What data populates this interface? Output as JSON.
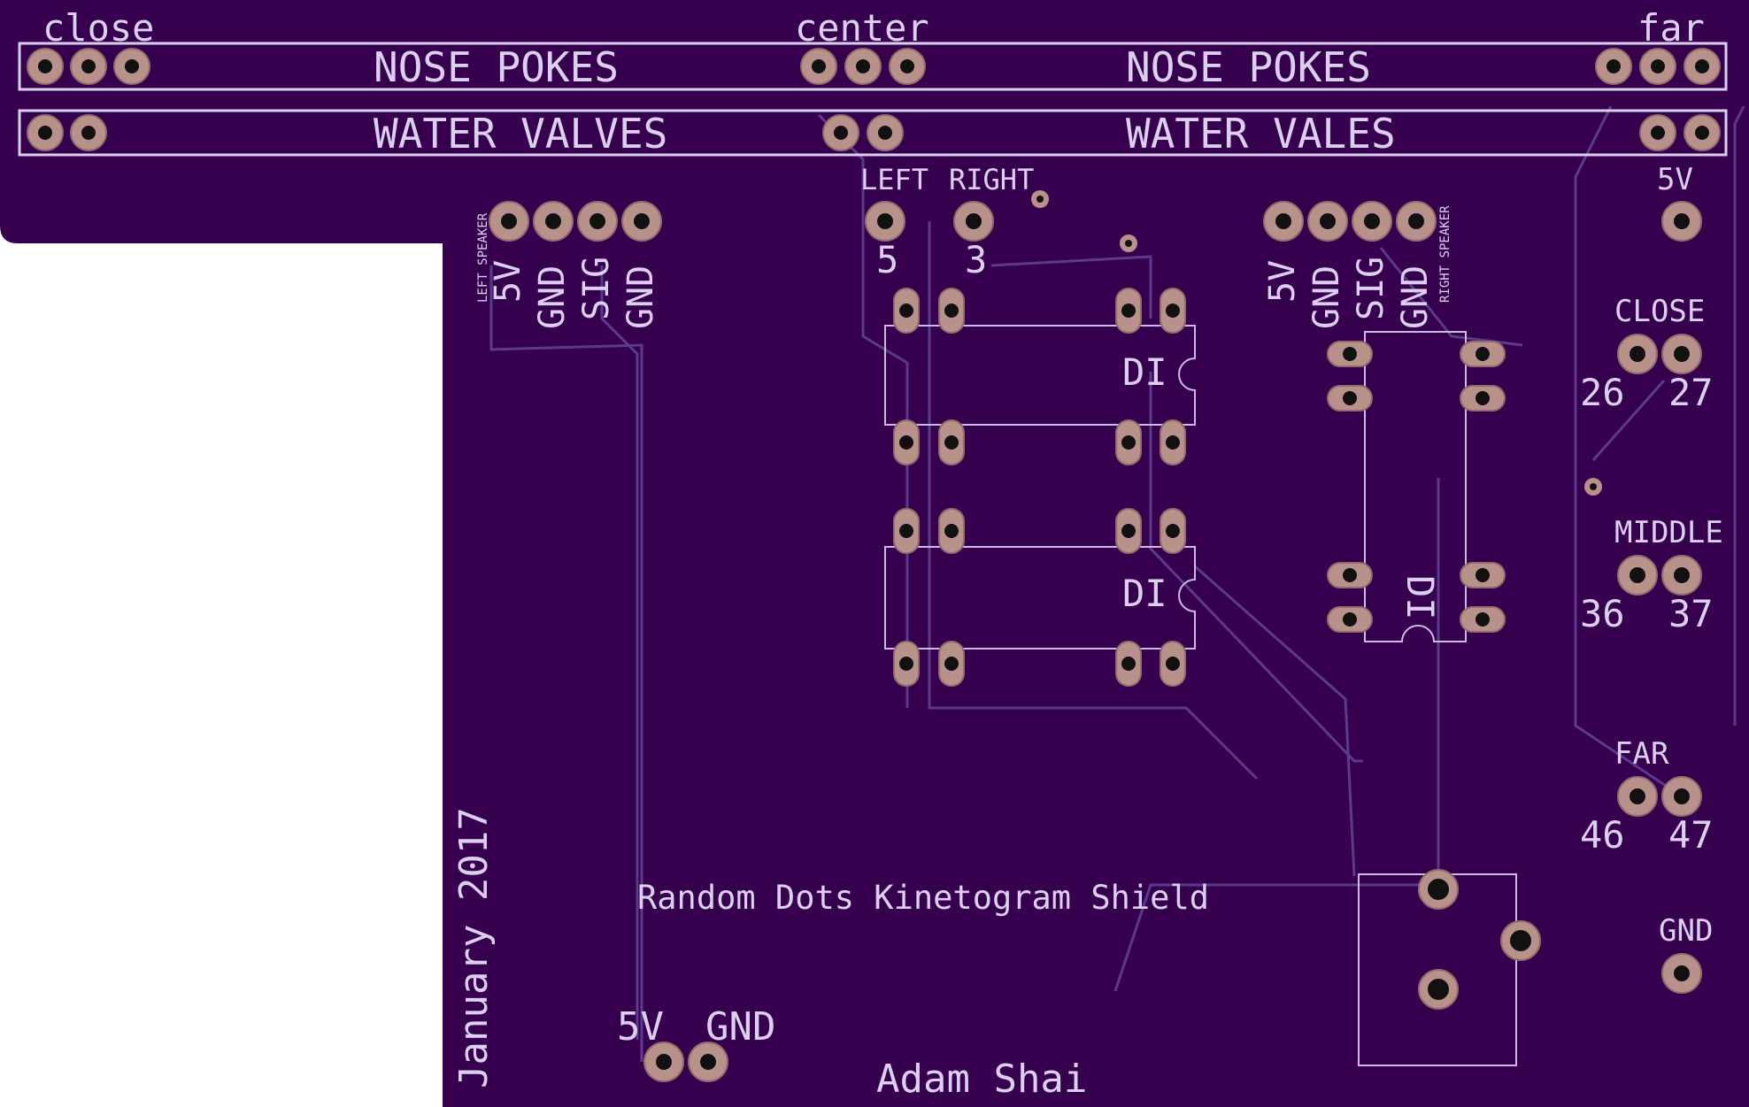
{
  "colors": {
    "board": "#36004f",
    "silkscreen": "#d8d0ec",
    "pad": "#b8928a",
    "drill": "#111111",
    "background": "#ffffff"
  },
  "labels": {
    "close_top": "close",
    "center_top": "center",
    "far_top": "far",
    "nose_pokes_left": "NOSE POKES",
    "nose_pokes_right": "NOSE POKES",
    "water_valves_left": "WATER VALVES",
    "water_valves_right": "WATER VALES",
    "left_speaker": "LEFT SPEAKER",
    "right_speaker": "RIGHT SPEAKER",
    "speaker_left_pins": [
      "5V",
      "GND",
      "SIG",
      "GND"
    ],
    "speaker_right_pins": [
      "5V",
      "GND",
      "SIG",
      "GND"
    ],
    "left": "LEFT",
    "right": "RIGHT",
    "left_pin": "5",
    "right_pin": "3",
    "five_v_top": "5V",
    "close_header": "CLOSE",
    "close_pins": [
      "26",
      "27"
    ],
    "middle_header": "MIDDLE",
    "middle_pins": [
      "36",
      "37"
    ],
    "far_header": "FAR",
    "far_pins": [
      "46",
      "47"
    ],
    "gnd_right": "GND",
    "ic_label": "DI",
    "date": "January 2017",
    "title": "Random Dots Kinetogram Shield",
    "author": "Adam Shai",
    "power_5v": "5V",
    "power_gnd": "GND"
  }
}
